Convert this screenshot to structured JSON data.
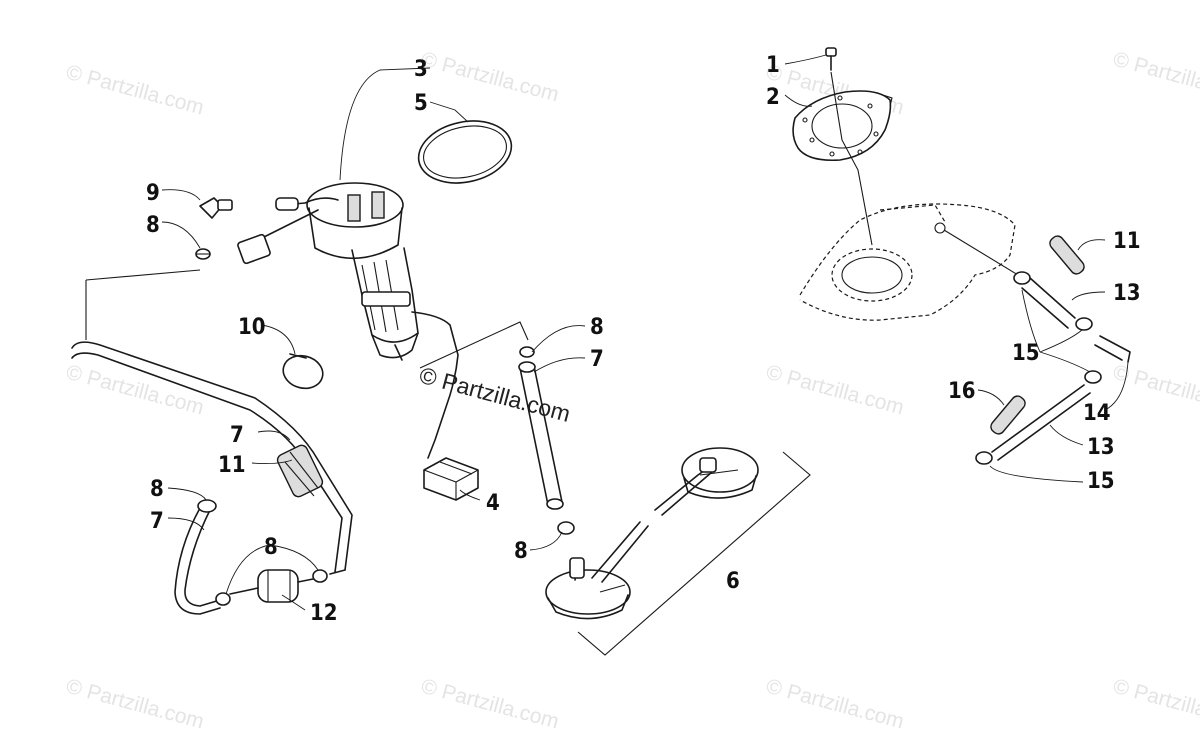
{
  "watermark": {
    "text": "© Partzilla.com",
    "center_text": "© Partzilla.com"
  },
  "callouts": [
    {
      "id": "c1",
      "label": "1"
    },
    {
      "id": "c2",
      "label": "2"
    },
    {
      "id": "c3",
      "label": "3"
    },
    {
      "id": "c4",
      "label": "4"
    },
    {
      "id": "c5",
      "label": "5"
    },
    {
      "id": "c6",
      "label": "6"
    },
    {
      "id": "c7a",
      "label": "7"
    },
    {
      "id": "c7b",
      "label": "7"
    },
    {
      "id": "c7c",
      "label": "7"
    },
    {
      "id": "c8a",
      "label": "8"
    },
    {
      "id": "c8b",
      "label": "8"
    },
    {
      "id": "c8c",
      "label": "8"
    },
    {
      "id": "c8d",
      "label": "8"
    },
    {
      "id": "c8e",
      "label": "8"
    },
    {
      "id": "c9",
      "label": "9"
    },
    {
      "id": "c10",
      "label": "10"
    },
    {
      "id": "c11a",
      "label": "11"
    },
    {
      "id": "c11b",
      "label": "11"
    },
    {
      "id": "c12",
      "label": "12"
    },
    {
      "id": "c13a",
      "label": "13"
    },
    {
      "id": "c13b",
      "label": "13"
    },
    {
      "id": "c14",
      "label": "14"
    },
    {
      "id": "c15a",
      "label": "15"
    },
    {
      "id": "c15b",
      "label": "15"
    },
    {
      "id": "c16",
      "label": "16"
    }
  ]
}
